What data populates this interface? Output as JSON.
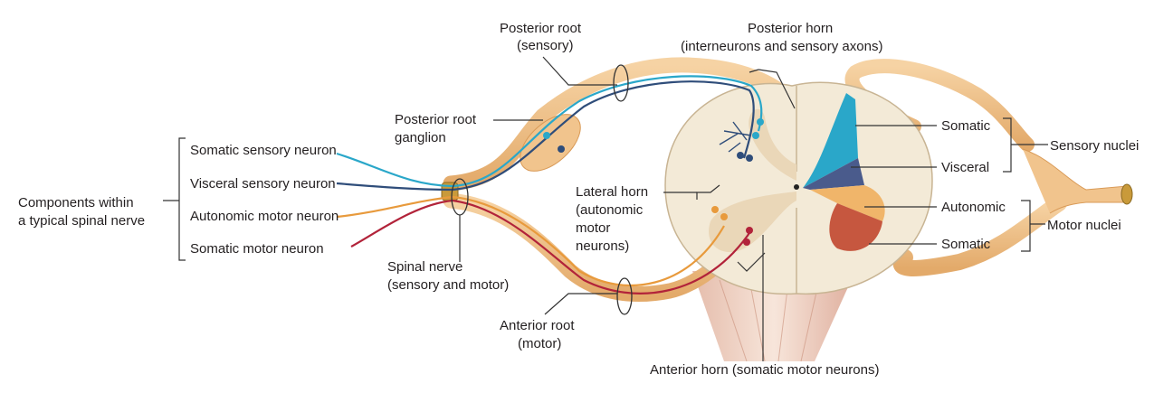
{
  "labels": {
    "components_l1": "Components within",
    "components_l2": "a typical spinal nerve",
    "somatic_sensory_neuron": "Somatic sensory neuron",
    "visceral_sensory_neuron": "Visceral sensory neuron",
    "autonomic_motor_neuron": "Autonomic motor neuron",
    "somatic_motor_neuron": "Somatic motor neuron",
    "posterior_root_l1": "Posterior root",
    "posterior_root_l2": "(sensory)",
    "posterior_horn_l1": "Posterior horn",
    "posterior_horn_l2": "(interneurons and sensory axons)",
    "posterior_root_ganglion_l1": "Posterior root",
    "posterior_root_ganglion_l2": "ganglion",
    "lateral_horn_l1": "Lateral horn",
    "lateral_horn_l2": "(autonomic",
    "lateral_horn_l3": "motor",
    "lateral_horn_l4": "neurons)",
    "spinal_nerve_l1": "Spinal nerve",
    "spinal_nerve_l2": "(sensory and motor)",
    "anterior_root_l1": "Anterior root",
    "anterior_root_l2": "(motor)",
    "anterior_horn": "Anterior horn (somatic motor neurons)",
    "somatic_upper": "Somatic",
    "visceral": "Visceral",
    "autonomic": "Autonomic",
    "somatic_lower": "Somatic",
    "sensory_nuclei": "Sensory nuclei",
    "motor_nuclei": "Motor nuclei"
  },
  "colors": {
    "somatic_sensory": "#2aa7c9",
    "visceral_sensory": "#2f4d7a",
    "autonomic_motor": "#e89a3c",
    "somatic_motor": "#b2233a",
    "nerve_fill": "#f1c48d",
    "white_matter": "#f3ead7",
    "gray_matter": "#ead7b8"
  }
}
